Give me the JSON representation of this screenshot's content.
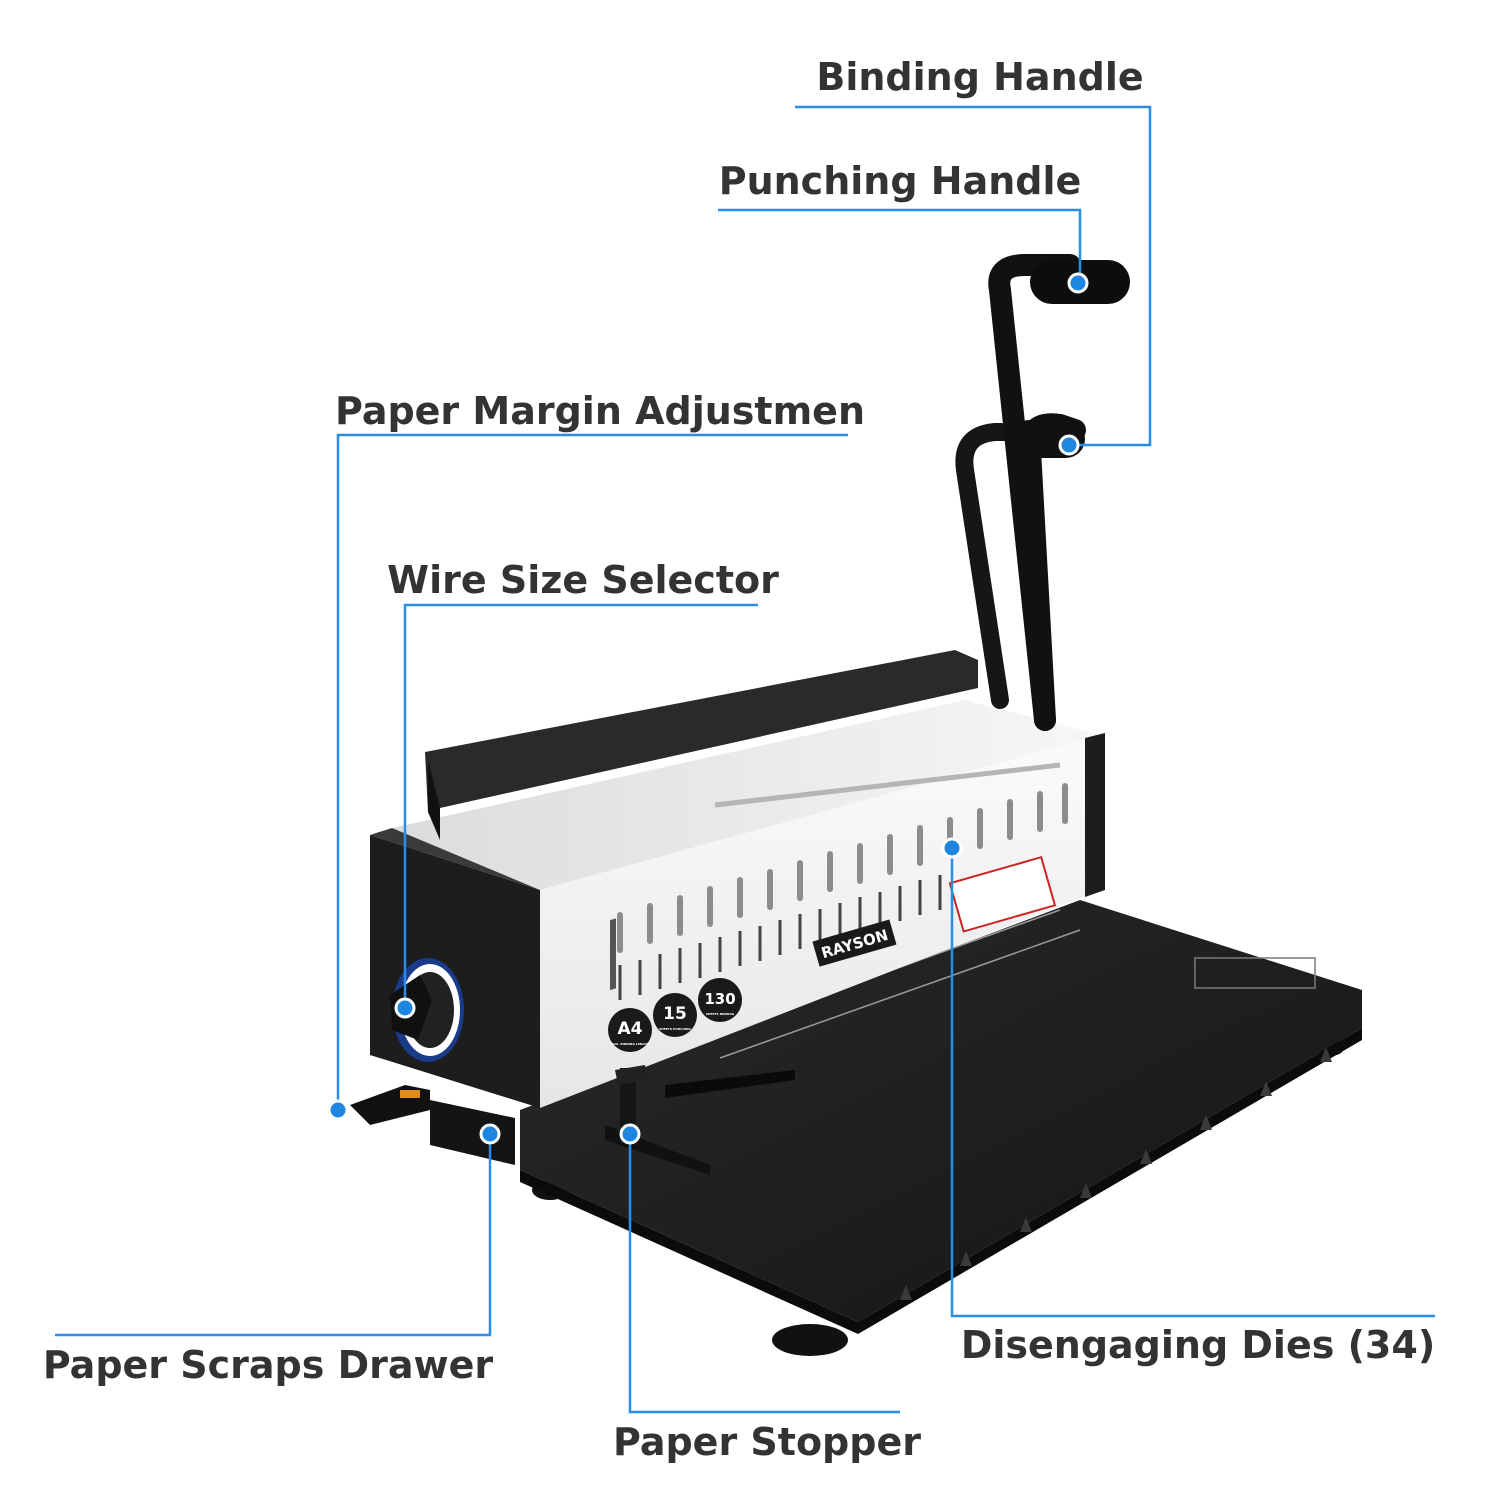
{
  "colors": {
    "accent": "#1f86e0",
    "label_text": "#333333",
    "machine_body": "#1c1c1c",
    "front_panel": "#f4f4f4"
  },
  "product": {
    "brand": "RAYSON",
    "badges": [
      {
        "big": "A4",
        "small": "MAX. BINDING LENGTH"
      },
      {
        "big": "15",
        "small": "SHEETS PUNCHING"
      },
      {
        "big": "130",
        "small": "SHEETS BINDING"
      }
    ]
  },
  "callouts": {
    "binding_handle": "Binding Handle",
    "punching_handle": "Punching Handle",
    "paper_margin": "Paper Margin Adjustmen",
    "wire_size": "Wire Size Selector",
    "scraps_drawer": "Paper Scraps Drawer",
    "paper_stopper": "Paper Stopper",
    "dies": "Disengaging Dies (34)"
  }
}
